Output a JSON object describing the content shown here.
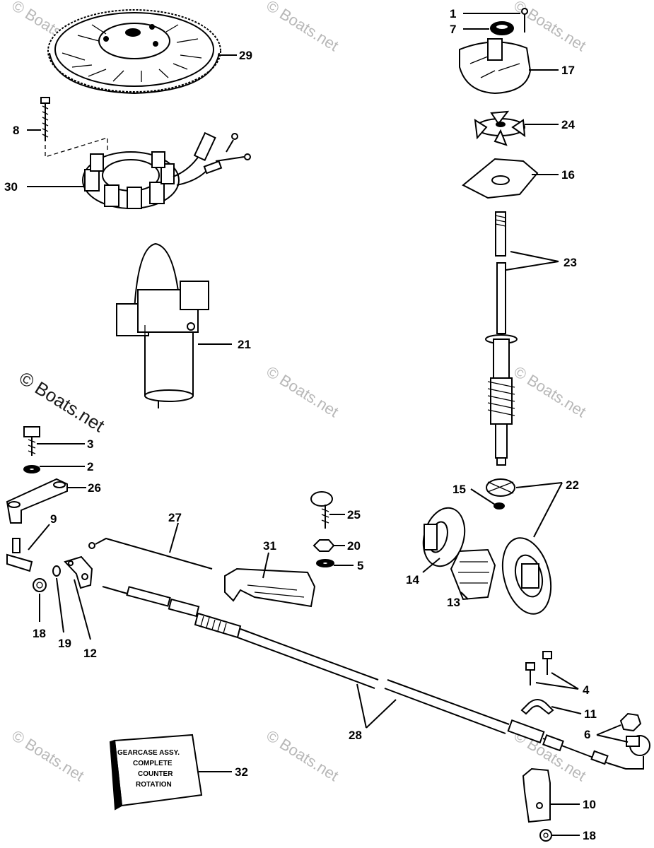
{
  "watermark": "© Boats.net",
  "box_text": [
    "GEARCASE ASSY.",
    "COMPLETE",
    "COUNTER",
    "ROTATION"
  ],
  "callouts": {
    "c1": "1",
    "c7": "7",
    "c17": "17",
    "c24": "24",
    "c16": "16",
    "c23": "23",
    "c29": "29",
    "c8": "8",
    "c30": "30",
    "c21": "21",
    "c3": "3",
    "c2": "2",
    "c26": "26",
    "c9": "9",
    "c27": "27",
    "c25": "25",
    "c20": "20",
    "c5": "5",
    "c31": "31",
    "c15": "15",
    "c22": "22",
    "c14": "14",
    "c13": "13",
    "c18a": "18",
    "c19": "19",
    "c12": "12",
    "c4": "4",
    "c11": "11",
    "c6": "6",
    "c28": "28",
    "c32": "32",
    "c10": "10",
    "c18b": "18"
  }
}
